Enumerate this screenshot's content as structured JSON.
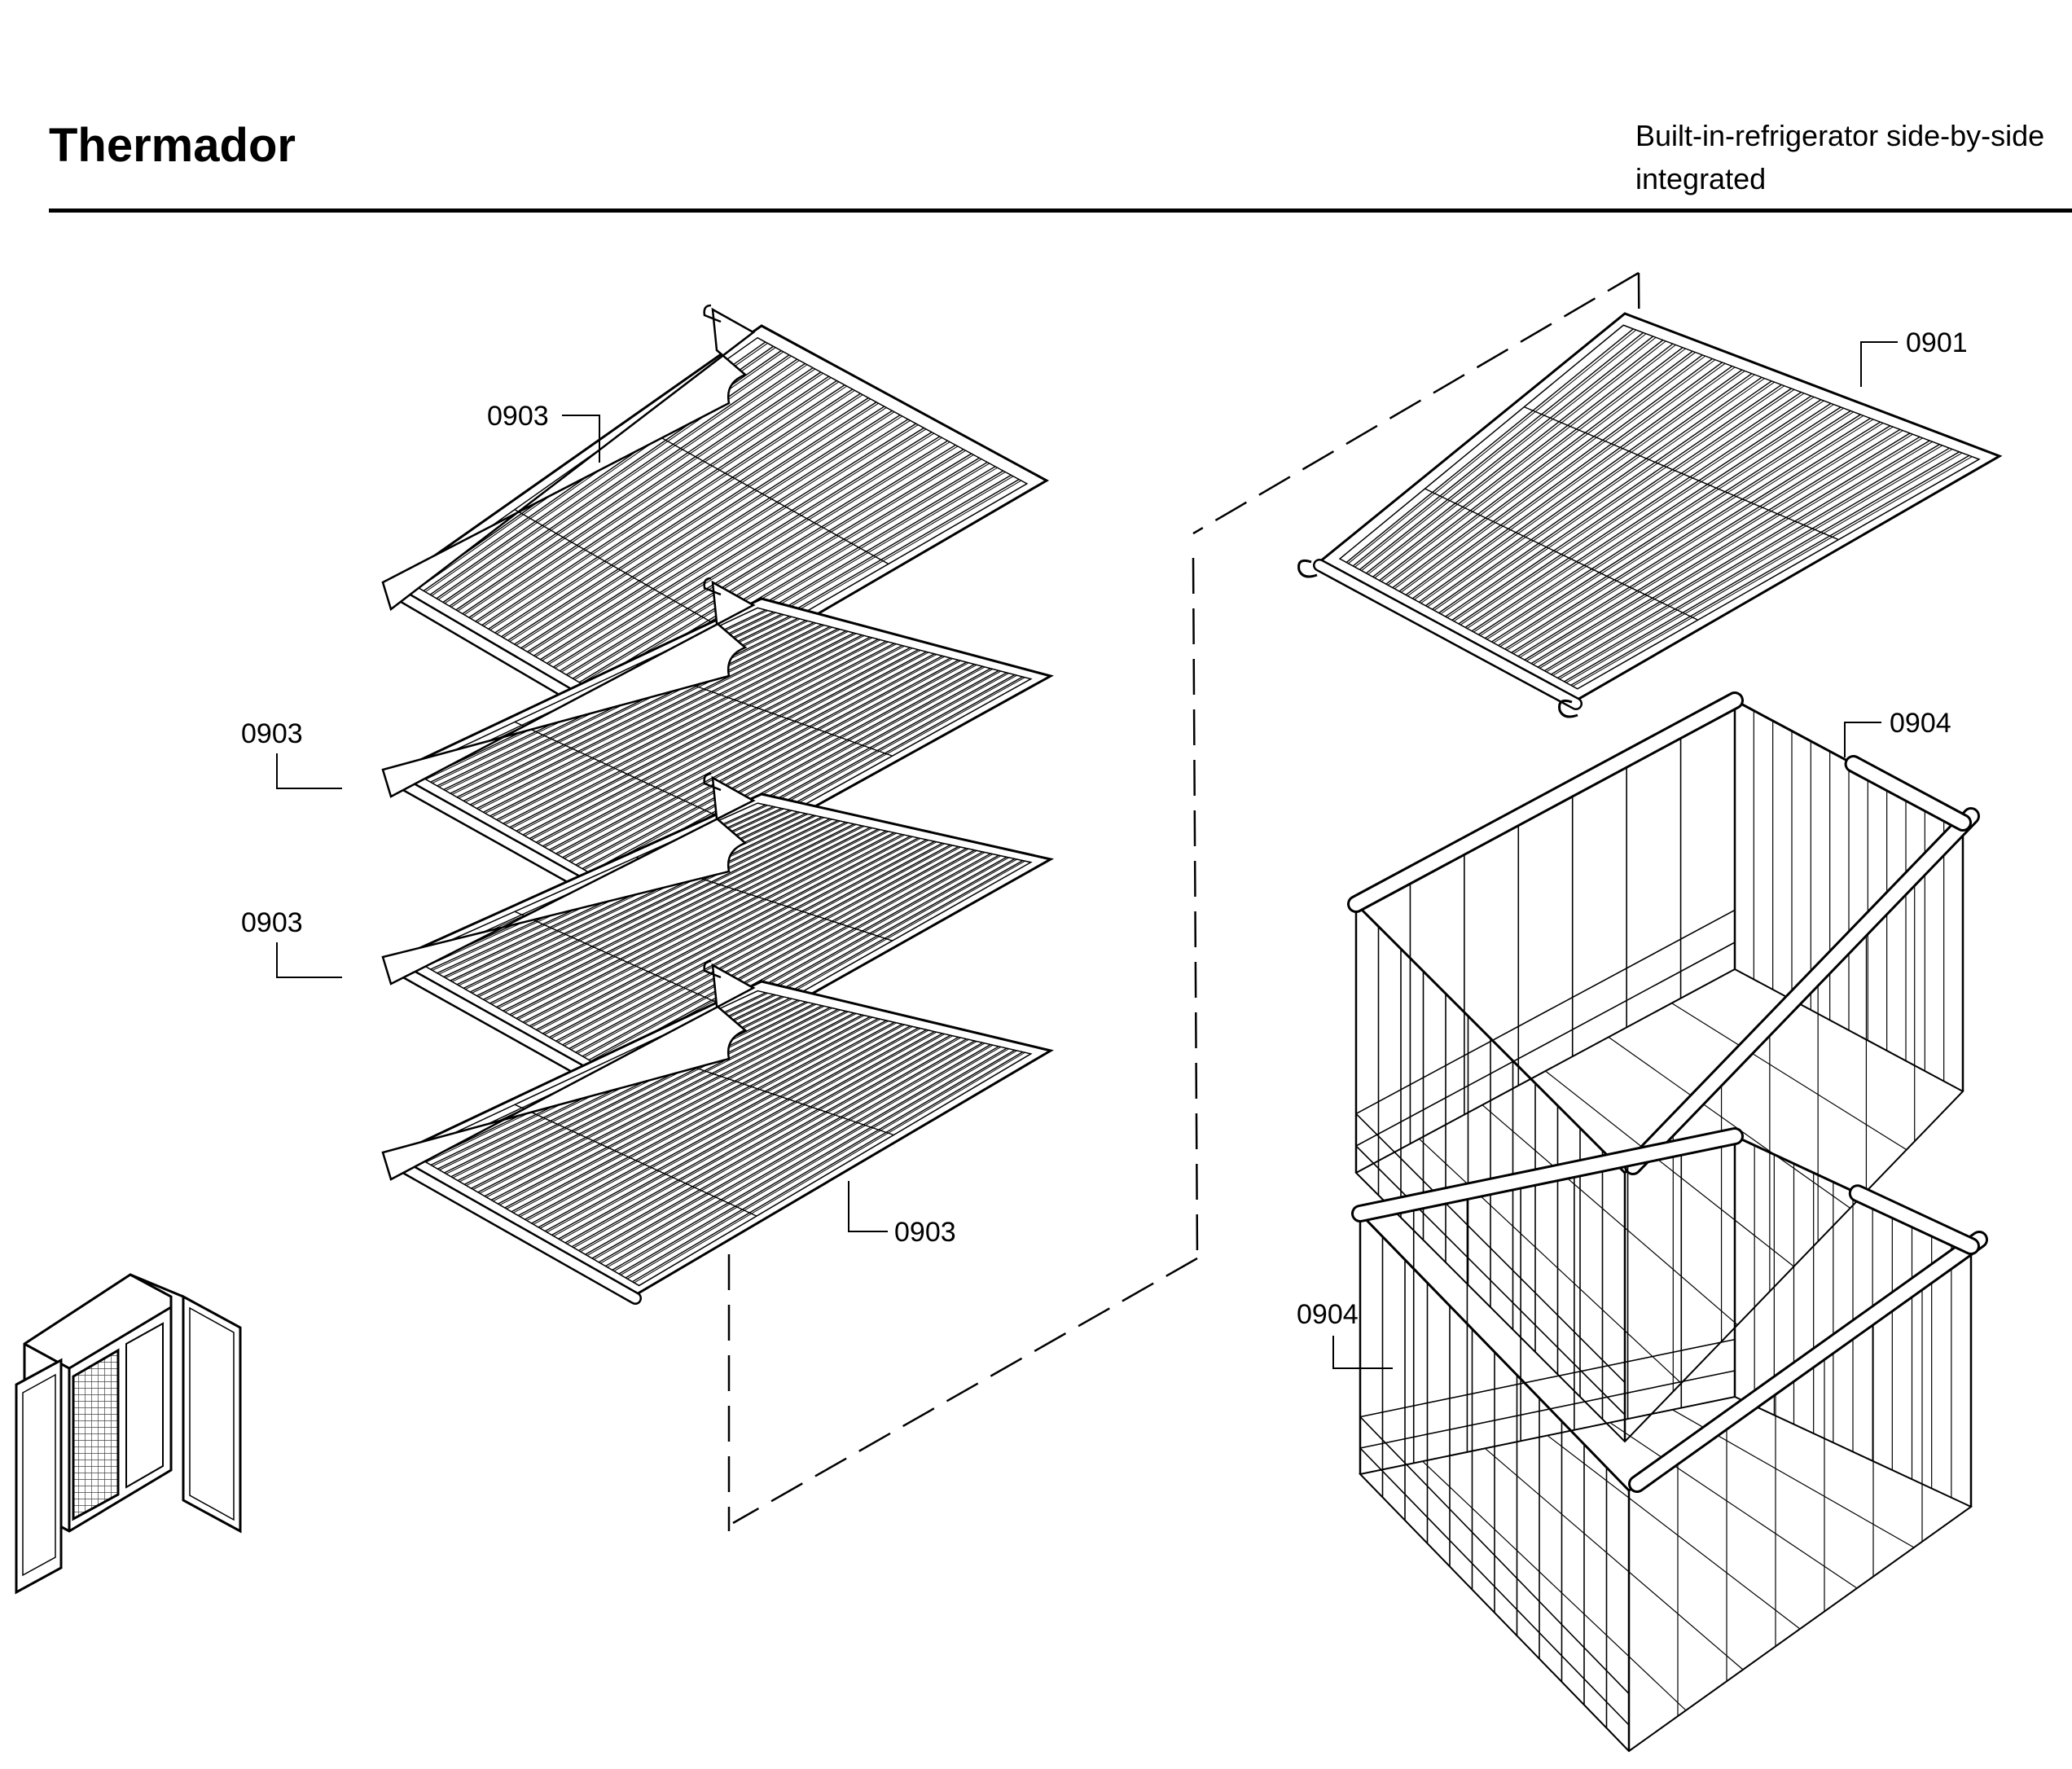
{
  "header": {
    "brand": "Thermador",
    "subtitle_line1": "Built-in-refrigerator side-by-side",
    "subtitle_line2": "integrated"
  },
  "callouts": {
    "shelf_top_left": "0903",
    "shelf_second": "0903",
    "shelf_third": "0903",
    "shelf_bottom": "0903",
    "shelf_right": "0901",
    "basket_upper": "0904",
    "basket_lower": "0904"
  }
}
